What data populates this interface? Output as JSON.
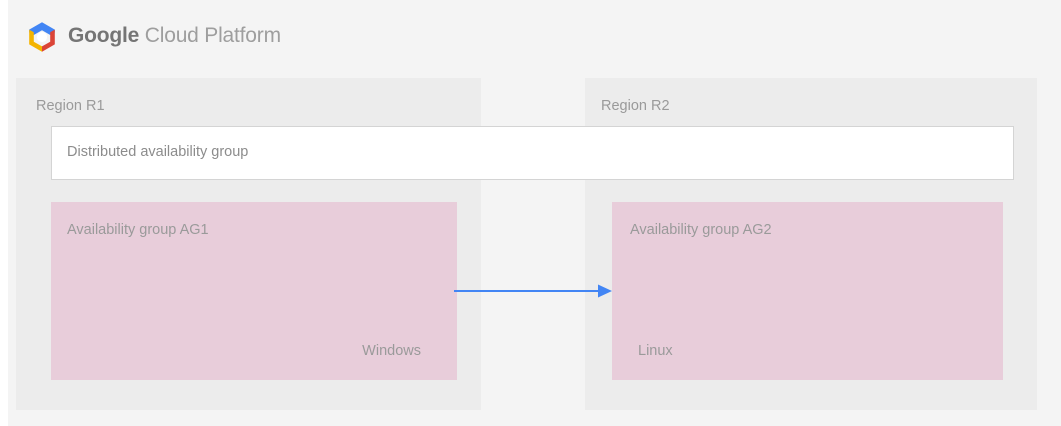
{
  "header": {
    "logo_icon": "google-cloud-platform-logo",
    "brand_strong": "Google",
    "brand_light": "Cloud Platform",
    "logo_colors": {
      "blue": "#4285f4",
      "red": "#db4437",
      "yellow": "#f4b400",
      "center": "#ffffff"
    }
  },
  "diagram": {
    "distributed_group": {
      "label": "Distributed availability group"
    },
    "connector": {
      "name": "replication-arrow",
      "direction": "right",
      "color": "#4285f4",
      "from": "Availability group AG1",
      "to": "Availability group AG2"
    },
    "regions": [
      {
        "label": "Region R1",
        "availability_group": {
          "title": "Availability group AG1",
          "os": "Windows",
          "color": "#e8cdda"
        }
      },
      {
        "label": "Region R2",
        "availability_group": {
          "title": "Availability group AG2",
          "os": "Linux",
          "color": "#e8cdda"
        }
      }
    ]
  },
  "colors": {
    "page_background": "#f4f4f4",
    "region_panel": "#ececec",
    "bar_background": "#ffffff",
    "bar_border": "#d4d4d4",
    "text_muted": "#9a9a9a",
    "accent_blue": "#4285f4"
  }
}
